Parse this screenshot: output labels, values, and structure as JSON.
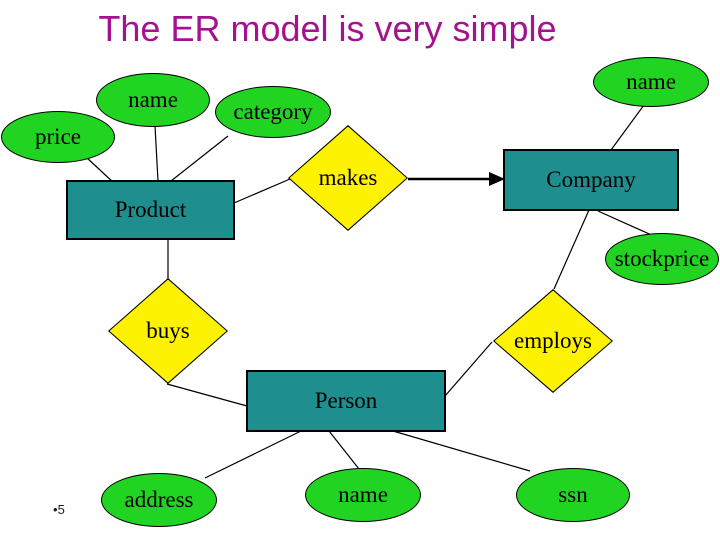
{
  "title": {
    "text": "The ER model is very simple"
  },
  "page": {
    "bullet": "•",
    "number": "5"
  },
  "colors": {
    "attribute_fill": "#21d421",
    "entity_fill": "#1f8e8e",
    "relationship_fill": "#fdf201",
    "title_color": "#a5128f",
    "connector": "#000000"
  },
  "diagram": {
    "entities": [
      {
        "id": "product",
        "label": "Product"
      },
      {
        "id": "company",
        "label": "Company"
      },
      {
        "id": "person",
        "label": "Person"
      }
    ],
    "relationships": [
      {
        "id": "makes",
        "label": "makes"
      },
      {
        "id": "buys",
        "label": "buys"
      },
      {
        "id": "employs",
        "label": "employs"
      }
    ],
    "attributes": [
      {
        "id": "name-product",
        "label": "name"
      },
      {
        "id": "category",
        "label": "category"
      },
      {
        "id": "price",
        "label": "price"
      },
      {
        "id": "name-company",
        "label": "name"
      },
      {
        "id": "stockprice",
        "label": "stockprice"
      },
      {
        "id": "address",
        "label": "address"
      },
      {
        "id": "name-person",
        "label": "name"
      },
      {
        "id": "ssn",
        "label": "ssn"
      }
    ]
  }
}
